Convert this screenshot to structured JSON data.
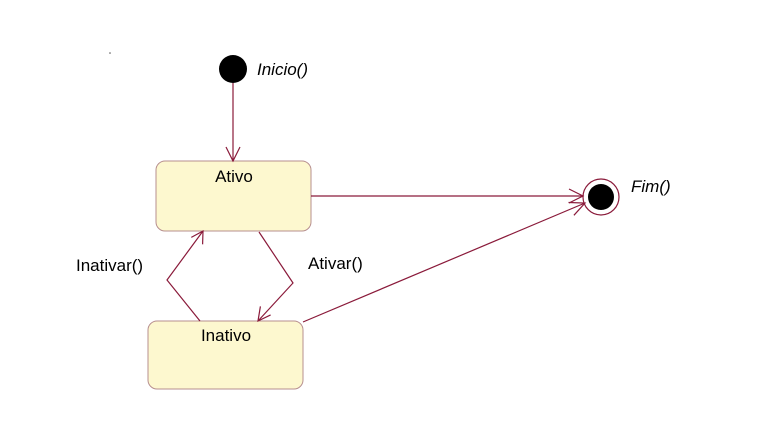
{
  "initial_state": {
    "label": "Inicio()"
  },
  "final_state": {
    "label": "Fim()"
  },
  "states": {
    "ativo": {
      "label": "Ativo"
    },
    "inativo": {
      "label": "Inativo"
    }
  },
  "transitions": {
    "inativar": {
      "label": "Inativar()"
    },
    "ativar": {
      "label": "Ativar()"
    }
  },
  "colors": {
    "state_fill": "#fdf8cf",
    "state_border": "#b78f8f",
    "edge": "#8a1a3a",
    "pseudo_state": "#000000"
  }
}
